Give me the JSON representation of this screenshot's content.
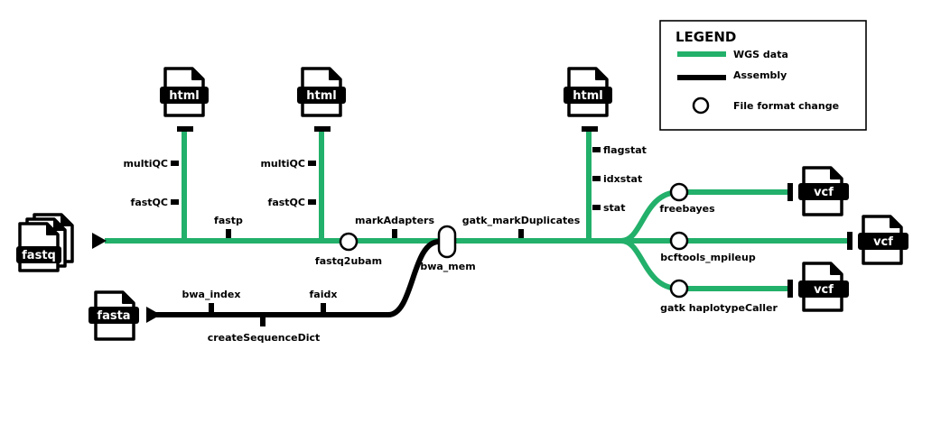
{
  "colors": {
    "wgs": "#22b06a",
    "assembly": "#000000",
    "background": "#ffffff"
  },
  "legend": {
    "title": "LEGEND",
    "items": [
      {
        "label": "WGS data",
        "kind": "green-line"
      },
      {
        "label": "Assembly",
        "kind": "black-line"
      },
      {
        "label": "File format change",
        "kind": "circle"
      }
    ]
  },
  "files": {
    "fastq": "fastq",
    "fasta": "fasta",
    "html": "html",
    "vcf": "vcf"
  },
  "steps": {
    "multiqc_1": "multiQC",
    "fastqc_1": "fastQC",
    "fastp": "fastp",
    "multiqc_2": "multiQC",
    "fastqc_2": "fastQC",
    "fastq2ubam": "fastq2ubam",
    "markadapters": "markAdapters",
    "bwa_mem": "bwa_mem",
    "gatk_markduplicates": "gatk_markDuplicates",
    "flagstat": "flagstat",
    "idxstat": "idxstat",
    "stat": "stat",
    "freebayes": "freebayes",
    "bcftools_mpileup": "bcftools_mpileup",
    "gatk_haplotypecaller": "gatk haplotypeCaller",
    "bwa_index": "bwa_index",
    "faidx": "faidx",
    "createsequencedict": "createSequenceDict"
  }
}
